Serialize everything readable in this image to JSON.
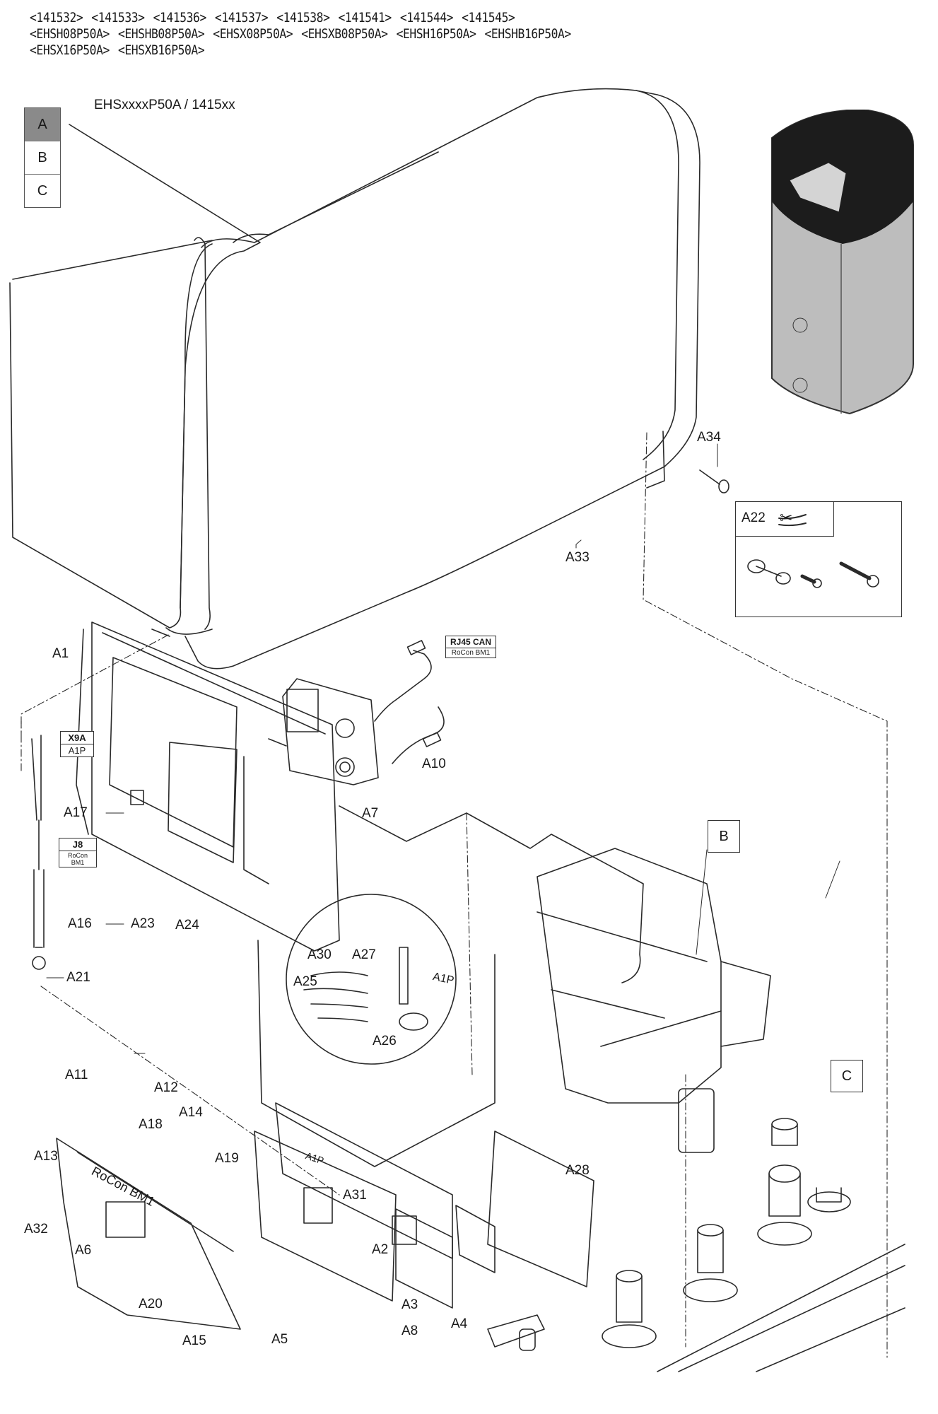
{
  "header": {
    "article_numbers": [
      "<141532>",
      "<141533>",
      "<141536>",
      "<141537>",
      "<141538>",
      "<141541>",
      "<141544>",
      "<141545>"
    ],
    "model_line_1": [
      "<EHSH08P50A>",
      "<EHSHB08P50A>",
      "<EHSX08P50A>",
      "<EHSXB08P50A>",
      "<EHSH16P50A>",
      "<EHSHB16P50A>"
    ],
    "model_line_2": [
      "<EHSX16P50A>",
      "<EHSXB16P50A>"
    ]
  },
  "diagram": {
    "title": "EHSxxxxP50A / 1415xx",
    "section_tabs": [
      {
        "label": "A",
        "active": true
      },
      {
        "label": "B",
        "active": false
      },
      {
        "label": "C",
        "active": false
      }
    ],
    "section_callouts": {
      "b": "B",
      "c": "C"
    },
    "connector_tags": {
      "rj45": {
        "line1": "RJ45 CAN",
        "line2": "RoCon BM1"
      },
      "x9a": {
        "line1": "X9A",
        "line2": "A1P"
      },
      "j8": {
        "line1": "J8",
        "line2": "RoCon BM1"
      }
    },
    "kit_label": "A22",
    "zoom_detail_board": "A1P",
    "board_labels": {
      "main_board": "A1P",
      "rocon": "RoCon BM1"
    },
    "part_labels": {
      "a1": "A1",
      "a2": "A2",
      "a3": "A3",
      "a4": "A4",
      "a5": "A5",
      "a6": "A6",
      "a7": "A7",
      "a8": "A8",
      "a10": "A10",
      "a11": "A11",
      "a12": "A12",
      "a13": "A13",
      "a14": "A14",
      "a15": "A15",
      "a16": "A16",
      "a17": "A17",
      "a18": "A18",
      "a19": "A19",
      "a20": "A20",
      "a21": "A21",
      "a23": "A23",
      "a24": "A24",
      "a25": "A25",
      "a26": "A26",
      "a27": "A27",
      "a28": "A28",
      "a30": "A30",
      "a31": "A31",
      "a32": "A32",
      "a33": "A33",
      "a34": "A34"
    }
  }
}
